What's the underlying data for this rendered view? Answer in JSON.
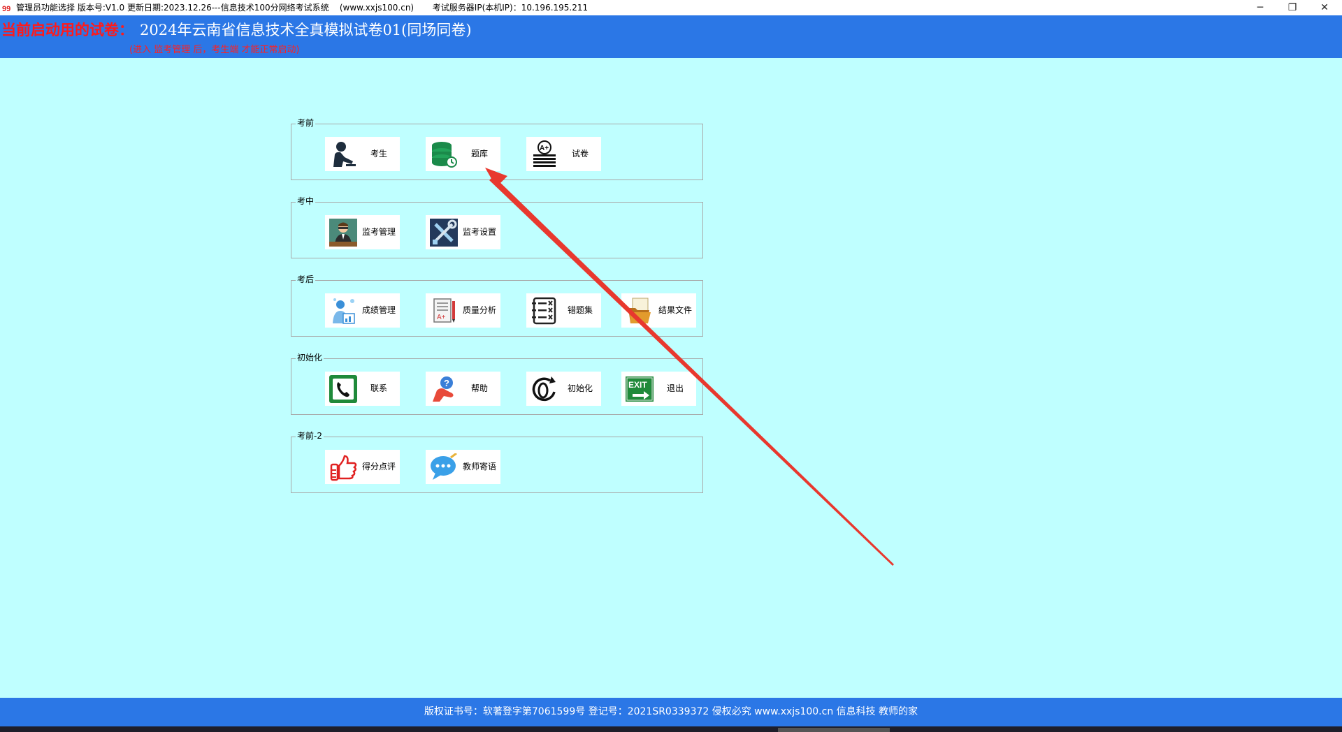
{
  "titlebar": {
    "text": "管理员功能选择 版本号:V1.0 更新日期:2023.12.26---信息技术100分网络考试系统    (www.xxjs100.cn)       考试服务器IP(本机IP)：10.196.195.211",
    "min": "─",
    "max": "❐",
    "close": "✕"
  },
  "header": {
    "label": "当前启动用的试卷：",
    "exam": "2024年云南省信息技术全真模拟试卷01(同场同卷)",
    "hint": "(进入 监考管理 后，考生端 才能正常启动)"
  },
  "groups": [
    {
      "title": "考前",
      "items": [
        {
          "label": "考生",
          "icon": "student-icon"
        },
        {
          "label": "题库",
          "icon": "database-icon"
        },
        {
          "label": "试卷",
          "icon": "exam-paper-icon"
        }
      ]
    },
    {
      "title": "考中",
      "items": [
        {
          "label": "监考管理",
          "icon": "proctor-icon"
        },
        {
          "label": "监考设置",
          "icon": "tools-icon"
        }
      ]
    },
    {
      "title": "考后",
      "items": [
        {
          "label": "成绩管理",
          "icon": "grade-icon"
        },
        {
          "label": "质量分析",
          "icon": "analysis-icon"
        },
        {
          "label": "错题集",
          "icon": "wrong-list-icon"
        },
        {
          "label": "结果文件",
          "icon": "folder-icon"
        }
      ]
    },
    {
      "title": "初始化",
      "items": [
        {
          "label": "联系",
          "icon": "phone-icon"
        },
        {
          "label": "帮助",
          "icon": "help-icon"
        },
        {
          "label": "初始化",
          "icon": "reset-icon"
        },
        {
          "label": "退出",
          "icon": "exit-icon"
        }
      ]
    },
    {
      "title": "考前-2",
      "items": [
        {
          "label": "得分点评",
          "icon": "thumbs-up-icon"
        },
        {
          "label": "教师寄语",
          "icon": "chat-icon"
        }
      ]
    }
  ],
  "footer": {
    "text": "版权证书号：软著登字第7061599号  登记号：2021SR0339372   侵权必究   www.xxjs100.cn  信息科技 教师的家"
  },
  "colors": {
    "background": "#bfffff",
    "header": "#2b77e6",
    "accent_red": "#ff1a1a",
    "annotation_arrow": "#e8382e"
  }
}
